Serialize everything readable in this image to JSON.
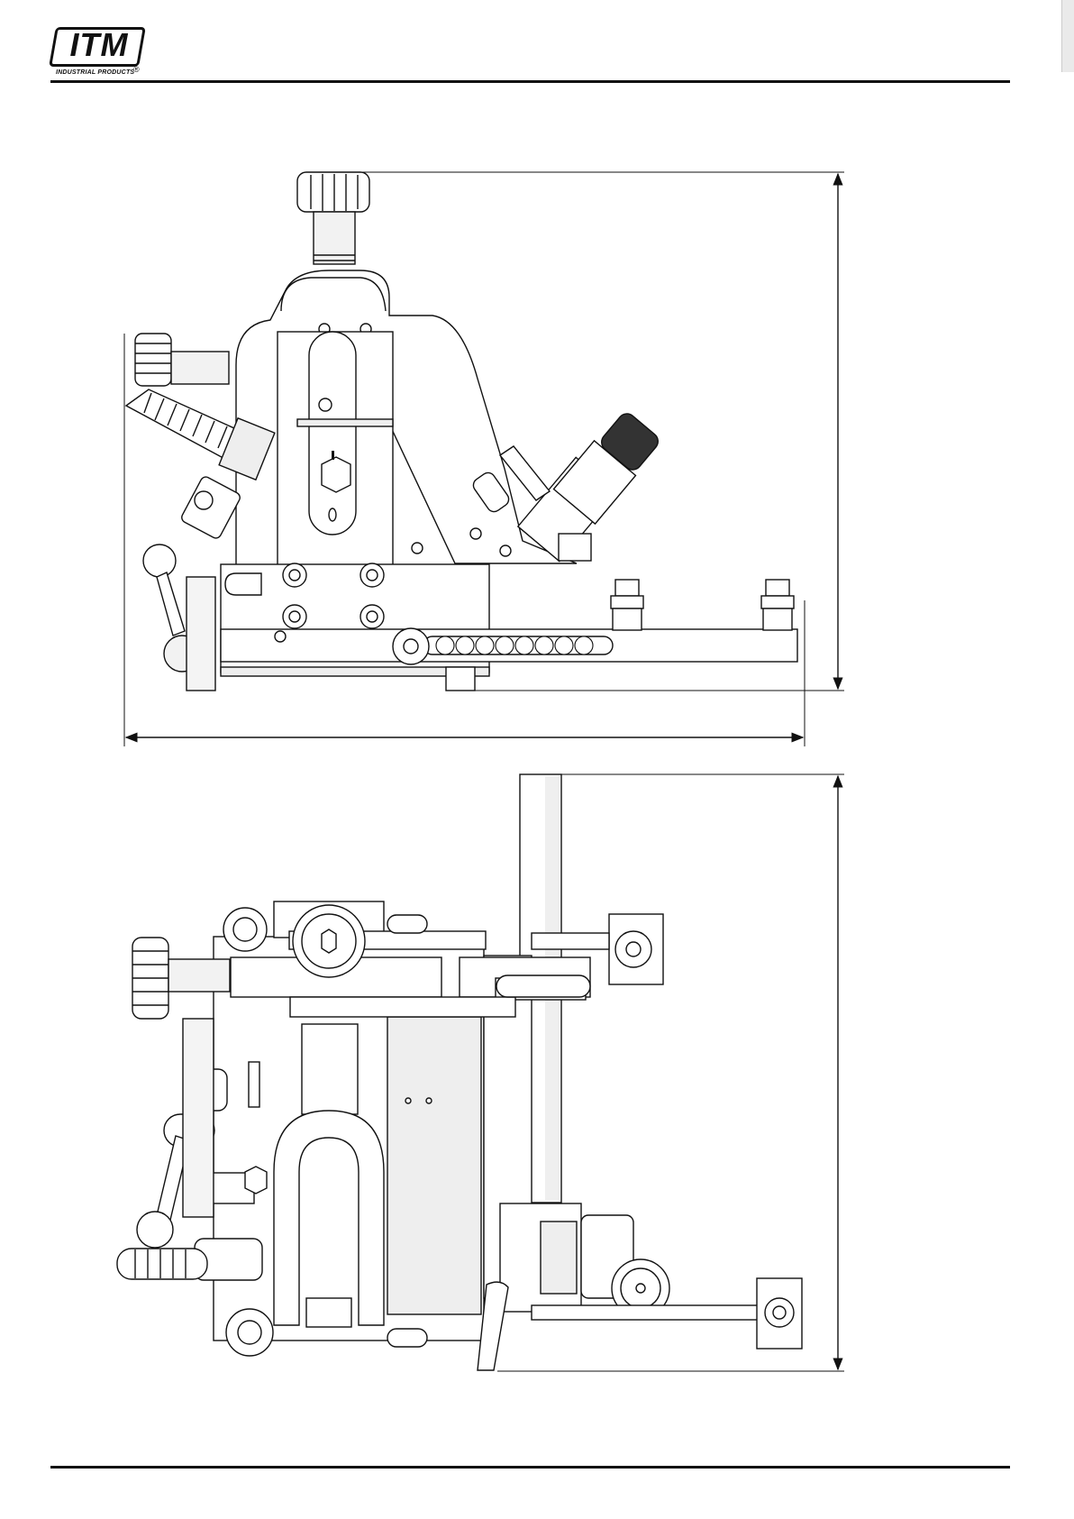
{
  "header": {
    "logo_text": "ITM",
    "logo_subtext": "INDUSTRIAL PRODUCTS",
    "registered_mark": "®"
  },
  "figures": [
    {
      "view": "side-view"
    },
    {
      "view": "top-view"
    }
  ]
}
